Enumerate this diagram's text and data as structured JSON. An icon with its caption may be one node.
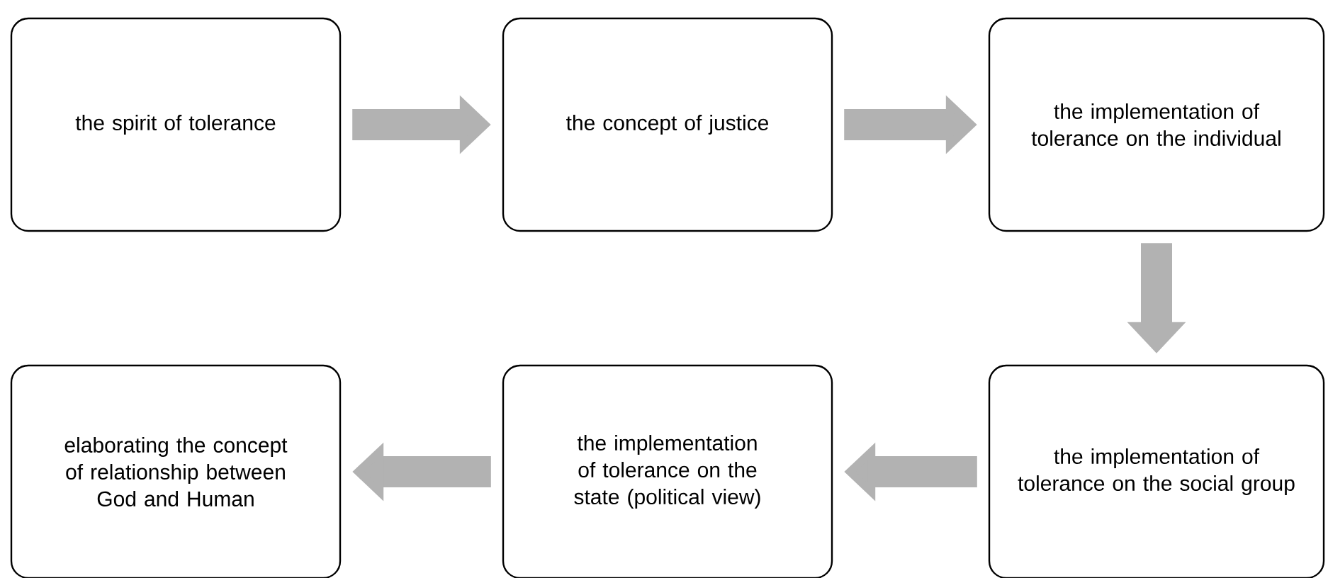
{
  "diagram": {
    "nodes": [
      {
        "text": [
          "the spirit of tolerance"
        ]
      },
      {
        "text": [
          "the concept of justice"
        ]
      },
      {
        "text": [
          "the implementation of tolerance on the individual"
        ]
      },
      {
        "text": [
          "the implementation of tolerance on the social group"
        ]
      },
      {
        "text": [
          "the implementation of tolerance on the state (political view)"
        ]
      },
      {
        "text": [
          "elaborating the concept of relationship between God and Human"
        ]
      }
    ],
    "edges": [
      {
        "from": 0,
        "to": 1,
        "arrow": "to"
      },
      {
        "from": 1,
        "to": 2,
        "arrow": "to"
      },
      {
        "from": 2,
        "to": 3,
        "arrow": "to"
      },
      {
        "from": 3,
        "to": 4,
        "arrow": "to"
      },
      {
        "from": 4,
        "to": 5,
        "arrow": "to"
      }
    ]
  }
}
